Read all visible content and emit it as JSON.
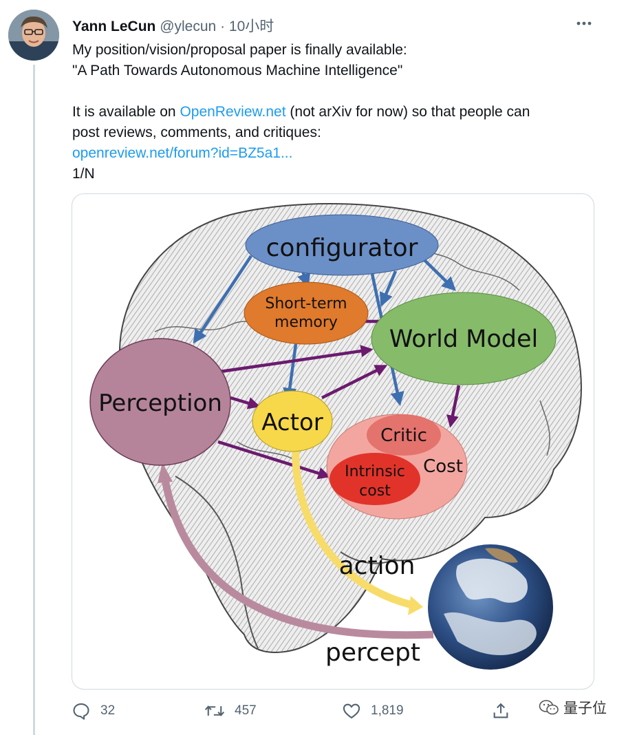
{
  "tweet": {
    "author_name": "Yann LeCun",
    "handle": "@ylecun",
    "separator": "·",
    "time": "10小时",
    "text_lines": [
      "My position/vision/proposal paper is finally available:",
      "\"A Path Towards Autonomous Machine Intelligence\"",
      "",
      "(not arXiv for now) so that people can",
      "post reviews, comments, and critiques:",
      "openreview.net/forum?id=BZ5a1...",
      "1/N"
    ],
    "line4_prefix": "It is available on",
    "line4_link": "OpenReview.net",
    "line4_suffix": "(not arXiv for now) so that people can"
  },
  "diagram": {
    "configurator": "configurator",
    "short_term_memory_1": "Short-term",
    "short_term_memory_2": "memory",
    "world_model": "World Model",
    "perception": "Perception",
    "actor": "Actor",
    "critic": "Critic",
    "cost": "Cost",
    "intrinsic_1": "Intrinsic",
    "intrinsic_2": "cost",
    "action": "action",
    "percept": "percept",
    "colors": {
      "configurator": "#6b8fc7",
      "short_term_memory": "#e07a2c",
      "world_model": "#86bb6a",
      "perception": "#b5849a",
      "actor": "#f7d84a",
      "cost": "#f3a6a0",
      "critic": "#e4726d",
      "intrinsic": "#e2332a",
      "blue_arrow": "#3e6fb0",
      "purple_arrow": "#6b1a6e",
      "action_arrow": "#f8dc6a",
      "percept_arrow": "#b98a9e"
    }
  },
  "actions": {
    "reply_count": "32",
    "retweet_count": "457",
    "like_count": "1,819"
  },
  "watermark": "量子位",
  "icons": [
    "reply-icon",
    "retweet-icon",
    "like-icon",
    "share-icon",
    "more-icon",
    "wechat-icon"
  ]
}
